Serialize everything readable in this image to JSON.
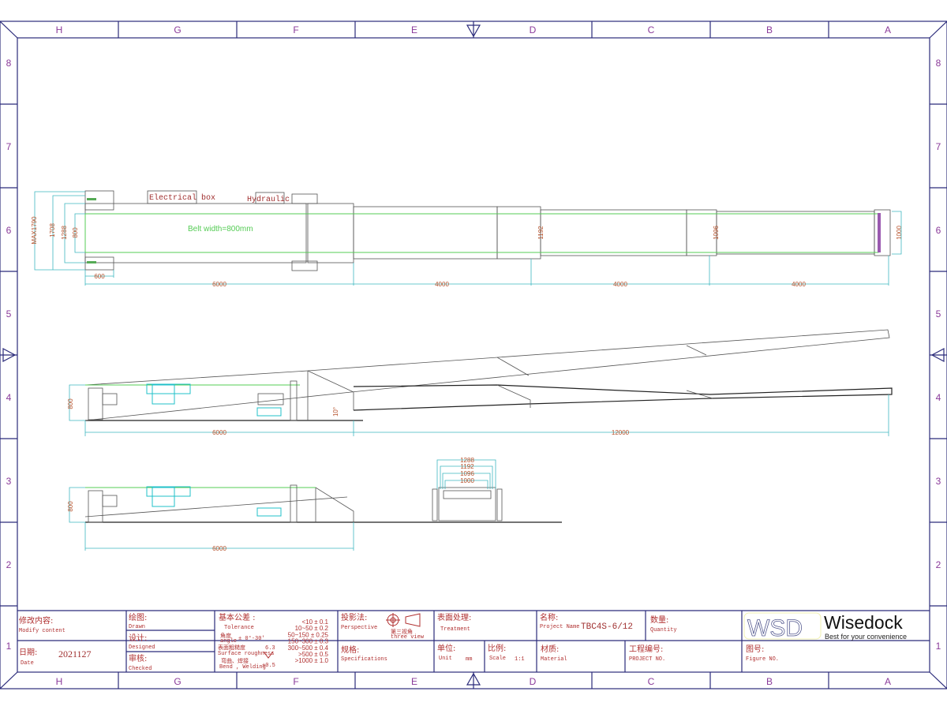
{
  "frame": {
    "columns": [
      "H",
      "G",
      "F",
      "E",
      "D",
      "C",
      "B",
      "A"
    ],
    "rows": [
      "8",
      "7",
      "6",
      "5",
      "4",
      "3",
      "2",
      "1"
    ],
    "colors": {
      "frame": "#2b2b7a",
      "zone_labels": "#8a3a9a",
      "dimension_lines": "#3fb8c0",
      "dimension_text": "#b5502a",
      "belt": "#55cc55",
      "title_text": "#b03030"
    }
  },
  "plan_view": {
    "labels": {
      "electrical_box": "Electrical box",
      "hydraulic": "Hydraulic",
      "belt_width": "Belt width=800mm"
    },
    "vertical_dims": [
      "MAX1790",
      "1708",
      "1288",
      "800"
    ],
    "section_widths": [
      "1192",
      "1096",
      "1000"
    ],
    "horizontal_dims": [
      "600",
      "6000",
      "4000",
      "4000",
      "4000"
    ]
  },
  "side_view": {
    "height_dim": "800",
    "angle_dim": "10°",
    "length_dims": [
      "6000",
      "12000"
    ]
  },
  "retracted_view": {
    "height_dim": "800",
    "length_dim": "6000"
  },
  "end_view": {
    "width_dims": [
      "1288",
      "1192",
      "1096",
      "1000"
    ]
  },
  "title_block": {
    "modify_cn": "修改内容:",
    "modify_en": "Modify content",
    "date_cn": "日期:",
    "date_en": "Date",
    "date_value": "2021127",
    "drawn_cn": "绘图:",
    "drawn_en": "Drawn",
    "designed_cn": "设计:",
    "designed_en": "Designed",
    "checked_cn": "审核:",
    "checked_en": "Checked",
    "tolerance_cn": "基本公差 :",
    "tolerance_en": "Tolerance",
    "angle_cn": "角度",
    "angle_en": "angle",
    "angle_value": "± 0°-30'",
    "roughness_cn": "表面粗糙度",
    "roughness_en": "Surface roughness",
    "roughness_value": "6.3",
    "bend_cn": "弯曲、焊接",
    "bend_en": "Bend , Welding",
    "bend_value": "±0.5",
    "tolerance_table": [
      "<10 ± 0.1",
      "10~50 ± 0.2",
      "50~150 ± 0.25",
      "150~300 ± 0.3",
      "300~500 ± 0.4",
      ">500 ± 0.5",
      ">1000 ± 1.0"
    ],
    "projection_cn": "投影法:",
    "projection_en": "Perspective",
    "projection_symbol_cn": "第三视角",
    "projection_symbol_en": "three view",
    "spec_cn": "规格:",
    "spec_en": "Specifications",
    "treatment_cn": "表面处理:",
    "treatment_en": "Treatment",
    "unit_cn": "单位:",
    "unit_en": "Unit",
    "unit_value": "mm",
    "scale_cn": "比例:",
    "scale_en": "Scale",
    "scale_value": "1:1",
    "name_cn": "名称:",
    "name_en": "Project Name",
    "name_value": "TBC4S-6/12",
    "quantity_cn": "数量:",
    "quantity_en": "Quantity",
    "material_cn": "材质:",
    "material_en": "Material",
    "project_no_cn": "工程编号:",
    "project_no_en": "PROJECT NO.",
    "figure_no_cn": "图号:",
    "figure_no_en": "Figure NO.",
    "logo_mark": "WSD",
    "brand": "Wisedock",
    "slogan": "Best for your convenience"
  }
}
